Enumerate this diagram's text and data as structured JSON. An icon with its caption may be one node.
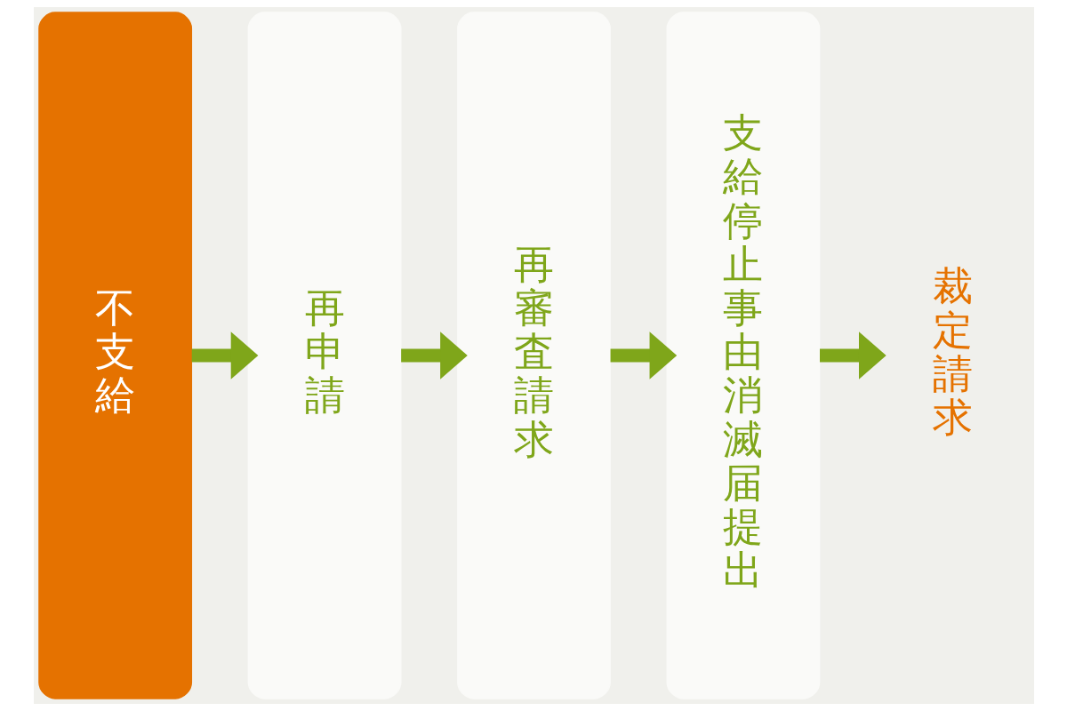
{
  "diagram": {
    "nodes": [
      {
        "text": [
          "不支給"
        ]
      },
      {
        "text": [
          "再申請"
        ]
      },
      {
        "text": [
          "再審査請求"
        ]
      },
      {
        "text": [
          "支給停止事由消滅届提出"
        ]
      },
      {
        "text": [
          "裁定請求"
        ]
      }
    ],
    "edges": [
      {
        "from": 0,
        "to": 1,
        "arrow": "to"
      },
      {
        "from": 1,
        "to": 2,
        "arrow": "to"
      },
      {
        "from": 2,
        "to": 3,
        "arrow": "to"
      },
      {
        "from": 3,
        "to": 4,
        "arrow": "to"
      }
    ]
  }
}
